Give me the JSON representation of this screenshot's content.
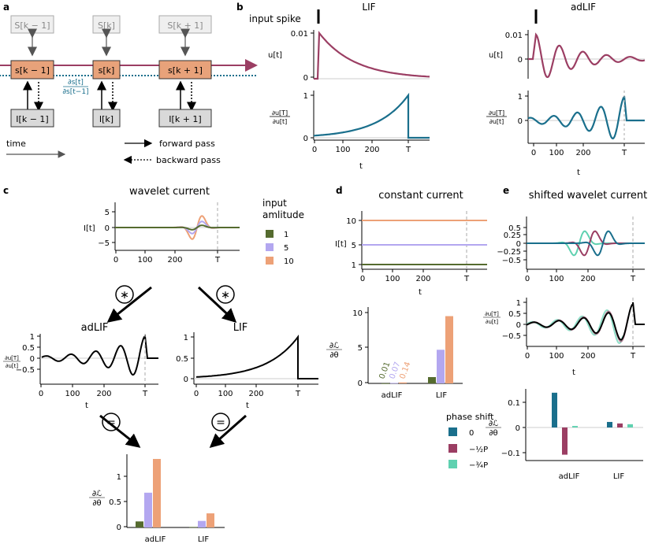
{
  "panels": {
    "a": {
      "letter": "a",
      "s_top": [
        "S[k − 1]",
        "S[k]",
        "S[k + 1]"
      ],
      "s_mid": [
        "s[k − 1]",
        "s[k]",
        "s[k + 1]"
      ],
      "i_bot": [
        "I[k − 1]",
        "I[k]",
        "I[k + 1]"
      ],
      "grad_num": "∂s[t]",
      "grad_den": "∂s[t−1]",
      "time_label": "time",
      "forward_label": "forward pass",
      "backward_label": "backward pass"
    },
    "b": {
      "letter": "b",
      "input_spike_label": "input spike",
      "lif_title": "LIF",
      "adlif_title": "adLIF",
      "u_label": "u[t]",
      "du_num": "∂u[T]",
      "du_den": "∂u[t]",
      "u_ticks": [
        "0.01",
        "0"
      ],
      "du_ticks": [
        "1",
        "0"
      ],
      "x_ticks": [
        "0",
        "100",
        "200",
        "T"
      ],
      "xlabel": "t"
    },
    "c": {
      "letter": "c",
      "title": "wavelet current",
      "ylabel": "I[t]",
      "y_ticks": [
        "5",
        "0",
        "−5"
      ],
      "x_ticks": [
        "0",
        "100",
        "200",
        "T"
      ],
      "legend_title": "input\namlitude",
      "legend_items": [
        "1",
        "5",
        "10"
      ],
      "conv_symbol": "∗",
      "eq_symbol": "=",
      "adlif_title": "adLIF",
      "lif_title": "LIF",
      "adlif_y_ticks": [
        "1",
        "0.5",
        "0",
        "−0.5"
      ],
      "lif_y_ticks": [
        "1",
        "0.5",
        "0"
      ],
      "xlabel": "t",
      "du_num": "∂u[T]",
      "du_den": "∂u[t]",
      "grad_num": "∂ℒ",
      "grad_den": "∂θ",
      "bar_y_ticks": [
        "1",
        "0.5",
        "0"
      ],
      "bar_groups": [
        "adLIF",
        "LIF"
      ]
    },
    "d": {
      "letter": "d",
      "title": "constant current",
      "ylabel": "I[t]",
      "y_ticks": [
        "10",
        "5",
        "1"
      ],
      "x_ticks": [
        "0",
        "100",
        "200",
        "T"
      ],
      "xlabel": "t",
      "grad_num": "∂ℒ",
      "grad_den": "∂θ",
      "bar_y_ticks": [
        "10",
        "5",
        "0"
      ],
      "bar_groups": [
        "adLIF",
        "LIF"
      ],
      "small_value_labels": [
        "0.01",
        "0.07",
        "0.14"
      ],
      "legend_title": "phase shift",
      "legend_items": [
        "0",
        "−½P",
        "−¾P"
      ]
    },
    "e": {
      "letter": "e",
      "title": "shifted wavelet current",
      "y_ticks": [
        "0.5",
        "0.25",
        "0",
        "−0.25",
        "−0.5"
      ],
      "du_y_ticks": [
        "1",
        "0.5",
        "0",
        "−0.5"
      ],
      "x_ticks": [
        "0",
        "100",
        "200",
        "T"
      ],
      "xlabel": "t",
      "du_num": "∂u[T]",
      "du_den": "∂u[t]",
      "grad_num": "∂ℒ",
      "grad_den": "∂θ",
      "bar_y_ticks": [
        "0.1",
        "0",
        "−0.1"
      ],
      "bar_groups": [
        "adLIF",
        "LIF"
      ]
    }
  },
  "colors": {
    "orange_box": "#e8a27a",
    "purple": "#9b3e63",
    "teal": "#1a6f8c",
    "green": "#556b2f",
    "lavender": "#b3a7f0",
    "peach": "#eda177",
    "mint": "#5fd1b0",
    "gray_box": "#d9d9d9"
  },
  "chart_data": [
    {
      "id": "c-bars",
      "type": "bar",
      "categories": [
        "adLIF",
        "LIF"
      ],
      "series": [
        {
          "name": "1",
          "values": [
            0.12,
            0.01
          ]
        },
        {
          "name": "5",
          "values": [
            0.69,
            0.13
          ]
        },
        {
          "name": "10",
          "values": [
            1.36,
            0.28
          ]
        }
      ],
      "ylim": [
        0,
        1.45
      ]
    },
    {
      "id": "d-bars",
      "type": "bar",
      "categories": [
        "adLIF",
        "LIF"
      ],
      "series": [
        {
          "name": "1",
          "values": [
            0.01,
            0.9
          ]
        },
        {
          "name": "5",
          "values": [
            0.07,
            4.8
          ]
        },
        {
          "name": "10",
          "values": [
            0.14,
            9.6
          ]
        }
      ],
      "ylim": [
        0,
        10
      ]
    },
    {
      "id": "e-bars",
      "type": "bar",
      "categories": [
        "adLIF",
        "LIF"
      ],
      "series": [
        {
          "name": "0",
          "values": [
            0.138,
            0.022
          ]
        },
        {
          "name": "−½P",
          "values": [
            -0.108,
            0.016
          ]
        },
        {
          "name": "−¾P",
          "values": [
            0.006,
            0.013
          ]
        }
      ],
      "ylim": [
        -0.12,
        0.15
      ]
    }
  ]
}
